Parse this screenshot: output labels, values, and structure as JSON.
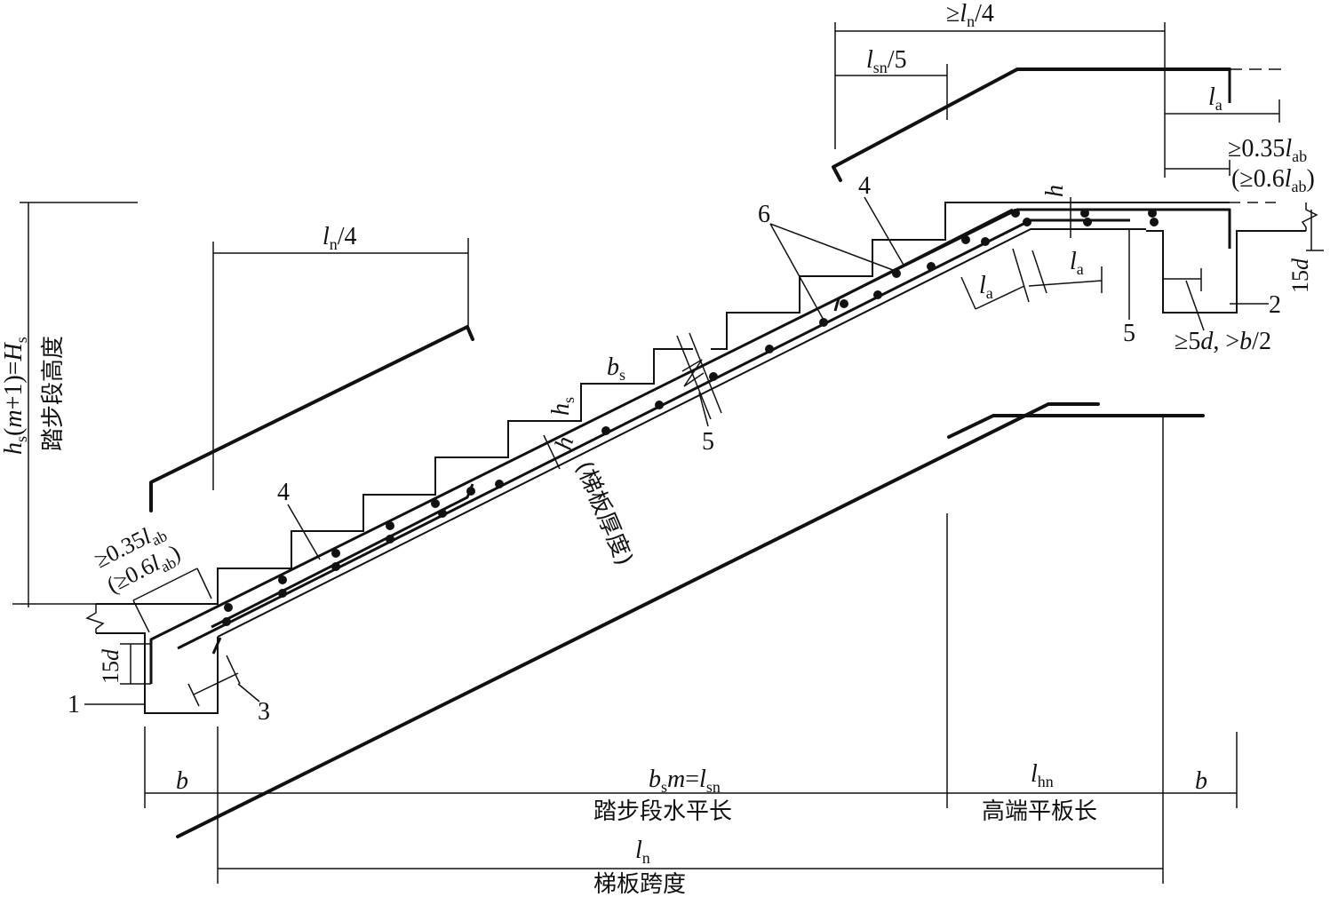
{
  "labels": {
    "ln_quarter_top": "≥l_n/4",
    "lsn_fifth": "l_sn/5",
    "la_top": "l_a",
    "anchor_top_1": "≥0.35l_ab",
    "anchor_top_2": "(≥0.6l_ab)",
    "h_top": "h",
    "ln_quarter_left": "l_n/4",
    "step_height_total": "h_s(m+1)=H_s",
    "step_height_total_cn": "踏步段高度",
    "bs": "b_s",
    "hs": "h_s",
    "h_slab": "h",
    "slab_thickness_cn": "(梯板厚度)",
    "anchor_left_1": "≥0.35l_ab",
    "anchor_left_2": "(≥0.6l_ab)",
    "fifteen_d_left": "15d",
    "fifteen_d_right": "15d",
    "la_lap_1": "l_a",
    "la_lap_2": "l_a",
    "min_5d": "≥5d, >b/2",
    "b_left": "b",
    "bsm": "b_sm=l_sn",
    "step_horizontal_cn": "踏步段水平长",
    "lhn": "l_hn",
    "high_end_cn": "高端平板长",
    "b_right": "b",
    "ln": "l_n",
    "span_cn": "梯板跨度"
  },
  "callouts": {
    "n1": "1",
    "n2": "2",
    "n3": "3",
    "n4_left": "4",
    "n4_right": "4",
    "n5_mid": "5",
    "n5_right": "5",
    "n6": "6"
  }
}
